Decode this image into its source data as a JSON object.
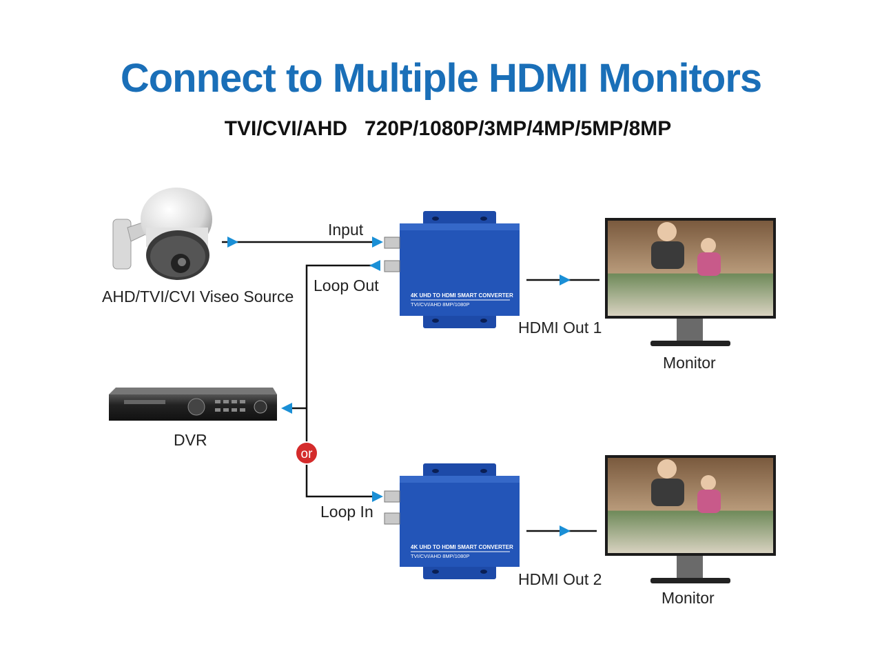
{
  "title": "Connect to Multiple HDMI Monitors",
  "subtitle": "TVI/CVI/AHD   720P/1080P/3MP/4MP/5MP/8MP",
  "labels": {
    "input": "Input",
    "loop_out": "Loop Out",
    "loop_in": "Loop In",
    "source": "AHD/TVI/CVI Viseo Source",
    "dvr": "DVR",
    "or": "or",
    "hdmi_out_1": "HDMI Out 1",
    "hdmi_out_2": "HDMI Out 2",
    "monitor_1": "Monitor",
    "monitor_2": "Monitor"
  },
  "converter": {
    "line1": "4K UHD TO HDMI SMART CONVERTER",
    "line2": "TVI/CVI/AHD 8MP/1080P"
  },
  "colors": {
    "title": "#1a6fb8",
    "arrow": "#1a8fd6",
    "converter": "#2355b8",
    "or_badge": "#d42b2b"
  }
}
